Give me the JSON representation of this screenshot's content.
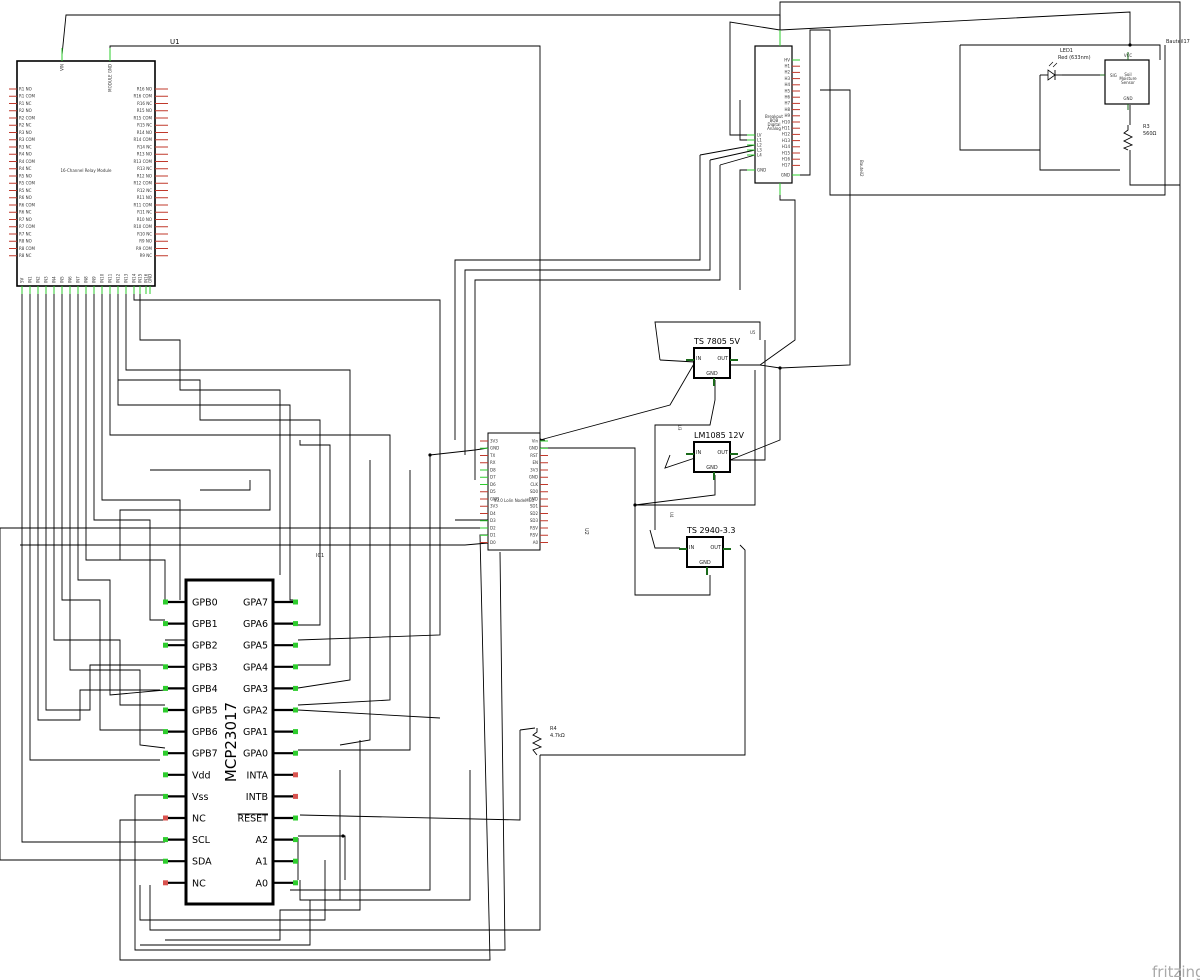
{
  "watermark": "fritzing",
  "relay_module": {
    "ref": "U1",
    "title": "16-Channel Relay Module",
    "left_pins": [
      "R1 NO",
      "R1 COM",
      "R1 NC",
      "R2 NO",
      "R2 COM",
      "R2 NC",
      "R3 NO",
      "R3 COM",
      "R3 NC",
      "R4 NO",
      "R4 COM",
      "R4 NC",
      "R5 NO",
      "R5 COM",
      "R5 NC",
      "R6 NO",
      "R6 COM",
      "R6 NC",
      "R7 NO",
      "R7 COM",
      "R7 NC",
      "R8 NO",
      "R8 COM",
      "R8 NC"
    ],
    "right_pins": [
      "R16 NO",
      "R16 COM",
      "R16 NC",
      "R15 NO",
      "R15 COM",
      "R15 NC",
      "R14 NO",
      "R14 COM",
      "R14 NC",
      "R13 NO",
      "R13 COM",
      "R13 NC",
      "R12 NO",
      "R12 COM",
      "R12 NC",
      "R11 NO",
      "R11 COM",
      "R11 NC",
      "R10 NO",
      "R10 COM",
      "R10 NC",
      "R9 NO",
      "R9 COM",
      "R9 NC"
    ],
    "bottom_pins": [
      "5V",
      "IN1",
      "IN2",
      "IN3",
      "IN4",
      "IN5",
      "IN6",
      "IN7",
      "IN8",
      "IN9",
      "IN10",
      "IN11",
      "IN12",
      "IN13",
      "IN14",
      "IN15",
      "IN16",
      "GND"
    ],
    "top_pins": [
      "VIN",
      "MODULE GND"
    ]
  },
  "nodemcu": {
    "ref": "U2",
    "title": "V3.0 Lolin NodeMCU",
    "left_pins": [
      "3V3",
      "GND",
      "TX",
      "RX",
      "D8",
      "D7",
      "D6",
      "D5",
      "GND",
      "3V3",
      "D4",
      "D3",
      "D2",
      "D1",
      "D0"
    ],
    "right_pins": [
      "Vin",
      "GND",
      "RST",
      "EN",
      "3V3",
      "GND",
      "CLK",
      "SD0",
      "CMD",
      "SD1",
      "SD2",
      "SD3",
      "RSV",
      "RSV",
      "A0"
    ]
  },
  "level_shifter": {
    "ref": "Bauteil2",
    "title_lines": [
      "Breakout",
      "BOB",
      "Digital",
      "Analog"
    ],
    "left_pins": [
      "LV",
      "L1",
      "L2",
      "L3",
      "L4",
      "GND"
    ],
    "right_pins": [
      "HV",
      "H1",
      "H2",
      "H3",
      "H4",
      "H5",
      "H6",
      "H7",
      "H8",
      "H9",
      "H10",
      "H11",
      "H12",
      "H13",
      "H14",
      "H15",
      "H16",
      "H17",
      "GND"
    ]
  },
  "moisture_sensor": {
    "ref": "Bauteil17",
    "title_lines": [
      "Soil",
      "Moisture",
      "Sensor"
    ],
    "pins": [
      "VCC",
      "SIG",
      "GND"
    ]
  },
  "led": {
    "ref": "LED1",
    "value": "Red (633nm)"
  },
  "r3": {
    "ref": "R3",
    "value": "560Ω"
  },
  "r4": {
    "ref": "R4",
    "value": "4.7kΩ"
  },
  "regulators": [
    {
      "ref": "U5",
      "name": "TS 7805 5V",
      "in": "IN",
      "out": "OUT",
      "gnd": "GND"
    },
    {
      "ref": "U3",
      "name": "LM1085 12V",
      "in": "IN",
      "out": "OUT",
      "gnd": "GND"
    },
    {
      "ref": "U4",
      "name": "TS 2940-3.3",
      "in": "IN",
      "out": "OUT",
      "gnd": "GND"
    }
  ],
  "mcp": {
    "ref": "IC1",
    "name": "MCP23017",
    "left_pins": [
      "GPB0",
      "GPB1",
      "GPB2",
      "GPB3",
      "GPB4",
      "GPB5",
      "GPB6",
      "GPB7",
      "Vdd",
      "Vss",
      "NC",
      "SCL",
      "SDA",
      "NC"
    ],
    "right_pins": [
      "GPA7",
      "GPA6",
      "GPA5",
      "GPA4",
      "GPA3",
      "GPA2",
      "GPA1",
      "GPA0",
      "INTA",
      "INTB",
      "RESET",
      "A2",
      "A1",
      "A0"
    ],
    "left_unconnected": [
      false,
      false,
      false,
      false,
      false,
      false,
      false,
      false,
      false,
      false,
      true,
      false,
      false,
      true
    ],
    "right_unconnected": [
      false,
      false,
      false,
      false,
      false,
      false,
      false,
      false,
      true,
      true,
      false,
      false,
      false,
      false
    ]
  },
  "colors": {
    "wire": "#000000",
    "pin_ok": "#2ecc2e",
    "pin_bad": "#d9534f",
    "relay_pin": "#c0392b",
    "conn_wire": "#1a6a1a"
  }
}
